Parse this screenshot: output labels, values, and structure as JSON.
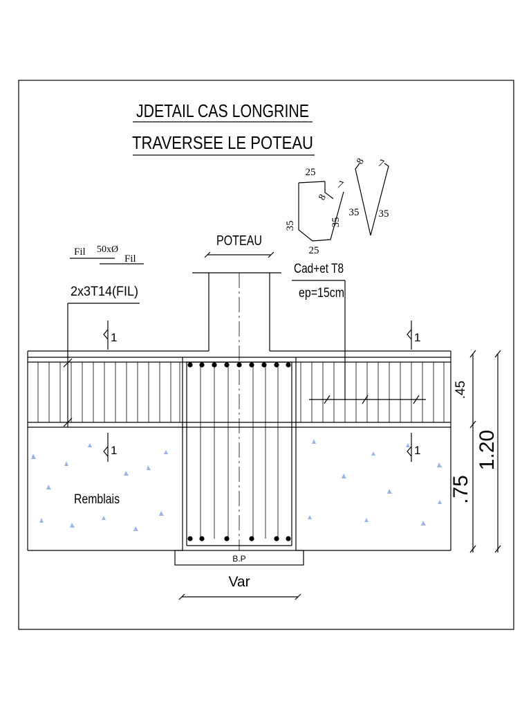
{
  "title": {
    "line1": "JDETAIL  CAS LONGRINE",
    "line2": "TRAVERSEE  LE  POTEAU"
  },
  "labels": {
    "poteau": "POTEAU",
    "fil_left": "Fil",
    "fil_spacing": "50xØ",
    "fil_right": "Fil",
    "rebar": "2x3T14(FIL)",
    "cad_line1": "Cad+et T8",
    "cad_line2": "ep=15cm",
    "remblais": "Remblais",
    "bp": "B.P",
    "var": "Var",
    "section_1": "1",
    "dim_45": ".45",
    "dim_75": ".75",
    "dim_120": "1.20"
  },
  "stirrup": {
    "top": "25",
    "bottom": "25",
    "left": "35",
    "right": "35",
    "hook_8": "8",
    "hook_7": "7"
  },
  "stirrup2": {
    "hook_8": "8",
    "hook_7": "7",
    "left": "35",
    "right": "35"
  },
  "colors": {
    "line": "#000000",
    "fill_marks": "#9ab6e6"
  }
}
